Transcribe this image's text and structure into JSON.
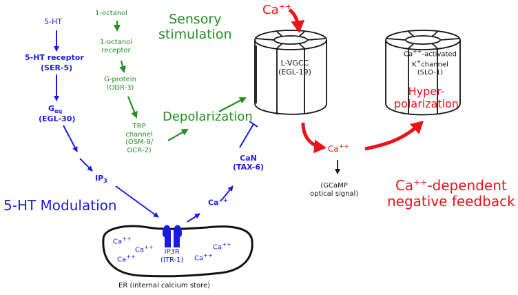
{
  "serotonin": {
    "ht": "5-HT",
    "receptor": "5-HT receptor",
    "ser5": "(SER-5)",
    "galpha": "G",
    "galpha_sub": "αq",
    "egl30": "(EGL-30)",
    "ip3": "IP",
    "ip3_sub": "3",
    "modulation": "5-HT Modulation"
  },
  "sensory": {
    "octanol": "1-octanol",
    "receptor_line1": "1-octanol",
    "receptor_line2": "receptor",
    "gprotein_line1": "G-protein",
    "gprotein_line2": "(ODR-3)",
    "trp_line1": "TRP",
    "trp_line2": "channel",
    "trp_line3": "(OSM-9/",
    "trp_line4": "OCR-2)",
    "title_line1": "Sensory",
    "title_line2": "stimulation",
    "depolarization": "Depolarization"
  },
  "calcium": {
    "ca_top": "Ca",
    "ca_sup": "++",
    "lvgcc_line1": "L-VGCC",
    "lvgcc_line2": "(EGL-19)",
    "ca_mid": "Ca",
    "gcamp_line1": "(GCaMP",
    "gcamp_line2": "optical signal)",
    "slo_line1_a": "Ca",
    "slo_line1_b": "-activated",
    "slo_line2_a": "K",
    "slo_line2_sup": "+",
    "slo_line2_b": "channel",
    "slo_line3": "(SLO-1)",
    "hyper_line1": "Hyper-",
    "hyper_line2": "polarization",
    "feedback_line1_a": "Ca",
    "feedback_line1_b": "-dependent",
    "feedback_line2": "negative feedback"
  },
  "er": {
    "can_line1": "CaN",
    "can_line2": "(TAX-6)",
    "ca_release": "Ca",
    "ip3r_line1": "IP3R",
    "ip3r_line2": "(ITR-1)",
    "ca_store": "Ca",
    "label": "ER (internal calcium store)"
  },
  "colors": {
    "blue": "#1a1ae6",
    "green": "#1f8f1f",
    "red": "#e8141a",
    "black": "#111111"
  }
}
